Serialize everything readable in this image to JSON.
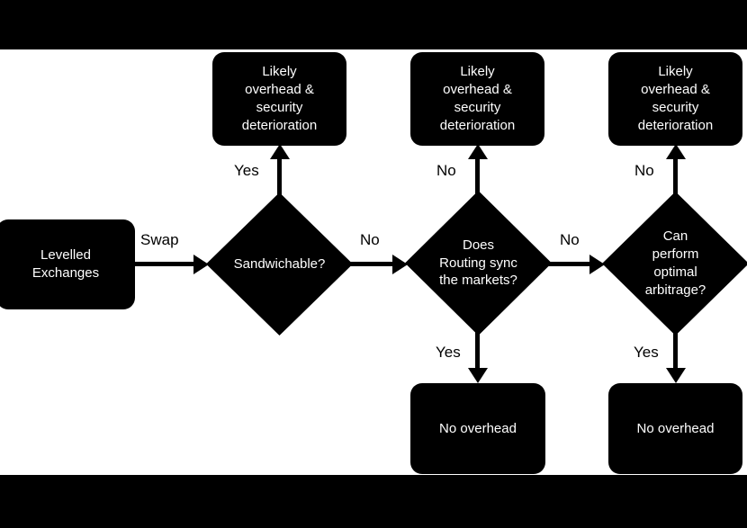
{
  "diagram": {
    "title": "Levelled Exchanges decision flowchart",
    "background_color": "#ffffff",
    "letterbox_color": "#000000",
    "node_fill": "#000000",
    "node_text_color": "#ffffff",
    "edge_color": "#000000",
    "edge_label_color": "#000000"
  },
  "nodes": {
    "start": {
      "id": "levelled-exchanges",
      "shape": "rounded-rect",
      "label": "Levelled\nExchanges"
    },
    "decision_1": {
      "id": "sandwichable",
      "shape": "diamond",
      "label": "Sandwichable?"
    },
    "decision_2": {
      "id": "routing-sync",
      "shape": "diamond",
      "label": "Does\nRouting sync\nthe markets?"
    },
    "decision_3": {
      "id": "optimal-arbitrage",
      "shape": "diamond",
      "label": "Can\nperform\noptimal\narbitrage?"
    },
    "outcome_top_1": {
      "id": "likely-overhead-1",
      "shape": "rounded-rect",
      "label": "Likely\noverhead &\nsecurity\ndeterioration"
    },
    "outcome_top_2": {
      "id": "likely-overhead-2",
      "shape": "rounded-rect",
      "label": "Likely\noverhead &\nsecurity\ndeterioration"
    },
    "outcome_top_3": {
      "id": "likely-overhead-3",
      "shape": "rounded-rect",
      "label": "Likely\noverhead &\nsecurity\ndeterioration"
    },
    "outcome_bottom_2": {
      "id": "no-overhead-1",
      "shape": "rounded-rect",
      "label": "No overhead"
    },
    "outcome_bottom_3": {
      "id": "no-overhead-2",
      "shape": "rounded-rect",
      "label": "No overhead"
    }
  },
  "edges": {
    "start_to_d1": {
      "label": "Swap",
      "from": "levelled-exchanges",
      "to": "sandwichable",
      "direction": "right"
    },
    "d1_to_top1": {
      "label": "Yes",
      "from": "sandwichable",
      "to": "likely-overhead-1",
      "direction": "up"
    },
    "d1_to_d2": {
      "label": "No",
      "from": "sandwichable",
      "to": "routing-sync",
      "direction": "right"
    },
    "d2_to_top2": {
      "label": "No",
      "from": "routing-sync",
      "to": "likely-overhead-2",
      "direction": "up"
    },
    "d2_to_bot2": {
      "label": "Yes",
      "from": "routing-sync",
      "to": "no-overhead-1",
      "direction": "down"
    },
    "d2_to_d3": {
      "label": "No",
      "from": "routing-sync",
      "to": "optimal-arbitrage",
      "direction": "right"
    },
    "d3_to_top3": {
      "label": "No",
      "from": "optimal-arbitrage",
      "to": "likely-overhead-3",
      "direction": "up"
    },
    "d3_to_bot3": {
      "label": "Yes",
      "from": "optimal-arbitrage",
      "to": "no-overhead-2",
      "direction": "down"
    }
  }
}
